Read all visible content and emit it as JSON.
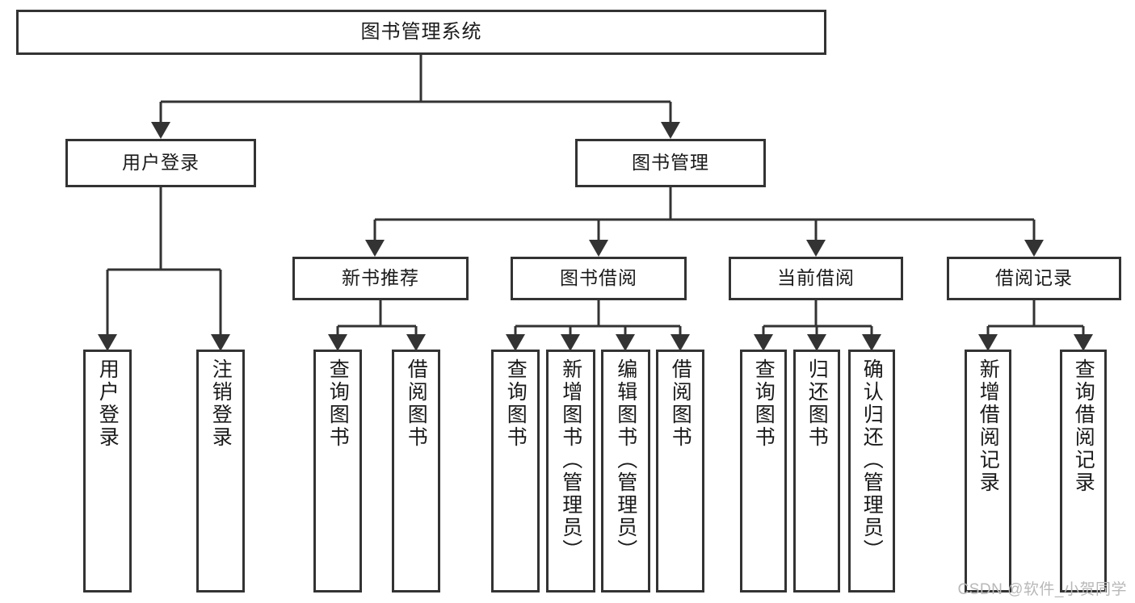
{
  "diagram": {
    "type": "tree",
    "title": "图书管理系统",
    "orientation": "top-down",
    "watermark": "CSDN @软件_小贺同学",
    "colors": {
      "box_border": "#333333",
      "box_fill": "#ffffff",
      "connector": "#333333",
      "text": "#1a1a1a",
      "watermark": "#b8b8b8"
    },
    "nodes": {
      "root": {
        "label": "图书管理系统"
      },
      "level2": [
        {
          "id": "user-login",
          "label": "用户登录"
        },
        {
          "id": "book-manage",
          "label": "图书管理"
        }
      ],
      "level3": [
        {
          "id": "new-book-recommend",
          "label": "新书推荐"
        },
        {
          "id": "book-borrow",
          "label": "图书借阅"
        },
        {
          "id": "current-borrow",
          "label": "当前借阅"
        },
        {
          "id": "borrow-record",
          "label": "借阅记录"
        }
      ],
      "leaves": {
        "user-login": [
          {
            "id": "leaf-user-login",
            "label": "用户登录"
          },
          {
            "id": "leaf-logout-login",
            "label": "注销登录"
          }
        ],
        "new-book-recommend": [
          {
            "id": "leaf-query-book-1",
            "label": "查询图书"
          },
          {
            "id": "leaf-borrow-book-1",
            "label": "借阅图书"
          }
        ],
        "book-borrow": [
          {
            "id": "leaf-query-book-2",
            "label": "查询图书"
          },
          {
            "id": "leaf-add-book-admin",
            "label": "新增图书（管理员）"
          },
          {
            "id": "leaf-edit-book-admin",
            "label": "编辑图书（管理员）"
          },
          {
            "id": "leaf-borrow-book-2",
            "label": "借阅图书"
          }
        ],
        "current-borrow": [
          {
            "id": "leaf-query-book-3",
            "label": "查询图书"
          },
          {
            "id": "leaf-return-book",
            "label": "归还图书"
          },
          {
            "id": "leaf-confirm-return-admin",
            "label": "确认归还（管理员）"
          }
        ],
        "borrow-record": [
          {
            "id": "leaf-add-borrow-record",
            "label": "新增借阅记录"
          },
          {
            "id": "leaf-query-borrow-record",
            "label": "查询借阅记录"
          }
        ]
      }
    }
  }
}
